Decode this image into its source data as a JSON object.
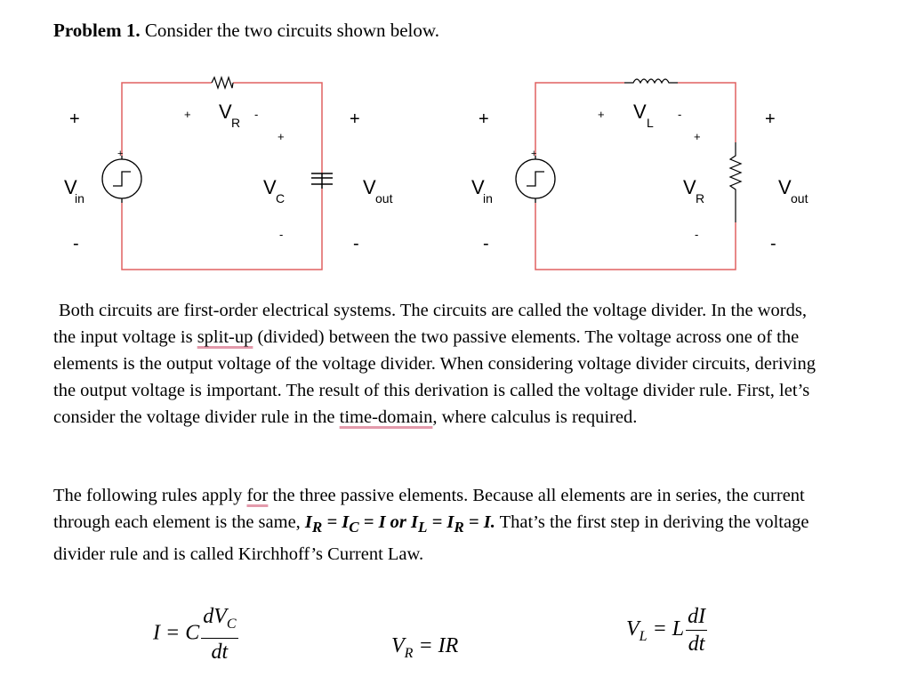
{
  "problem": {
    "label": "Problem 1.",
    "intro": "Consider the two circuits shown below."
  },
  "circuit1": {
    "vin": "V",
    "vin_sub": "in",
    "vr": "V",
    "vr_sub": "R",
    "vc": "V",
    "vc_sub": "C",
    "vout": "V",
    "vout_sub": "out"
  },
  "circuit2": {
    "vin": "V",
    "vin_sub": "in",
    "vl": "V",
    "vl_sub": "L",
    "vr": "V",
    "vr_sub": "R",
    "vout": "V",
    "vout_sub": "out"
  },
  "signs": {
    "plus": "+",
    "minus": "-"
  },
  "paragraph1": {
    "s1": "Both circuits are first-order electrical systems.  The circuits are called the voltage divider.  In the words, the input voltage is ",
    "w1": "split-up",
    "s2": " (divided) between the two passive elements.  The voltage across one of the elements is the output voltage of the voltage divider.  When considering voltage divider circuits, deriving the output voltage is important.  The result of this derivation is called the voltage divider rule.  First, let’s consider the voltage divider rule in the ",
    "w2": "time-domain",
    "s3": ", where calculus is required."
  },
  "paragraph2": {
    "s1": "The following rules apply ",
    "w1": "for",
    "s2": " the three passive elements.  Because all elements are in series, the current through each element is the same, ",
    "m1": "I",
    "m1_sub": "R",
    "m2": " = I",
    "m2_sub": "C",
    "m3": " = I or I",
    "m3_sub": "L",
    "m4": " = I",
    "m4_sub": "R",
    "m5": " = I.",
    "s3": " That’s the first step in deriving the voltage divider rule and is called Kirchhoff’s Current Law."
  },
  "equations": {
    "cap_lhs": "I = C",
    "cap_num": "dV",
    "cap_num_sub": "C",
    "cap_den": "dt",
    "res_lhs": "V",
    "res_lhs_sub": "R",
    "res_rhs": " = IR",
    "ind_lhs": "V",
    "ind_lhs_sub": "L",
    "ind_mid": " = L",
    "ind_num": "dI",
    "ind_den": "dt"
  },
  "colors": {
    "wire": "#e06060",
    "text": "#000000",
    "squiggle": "#e39aab"
  }
}
